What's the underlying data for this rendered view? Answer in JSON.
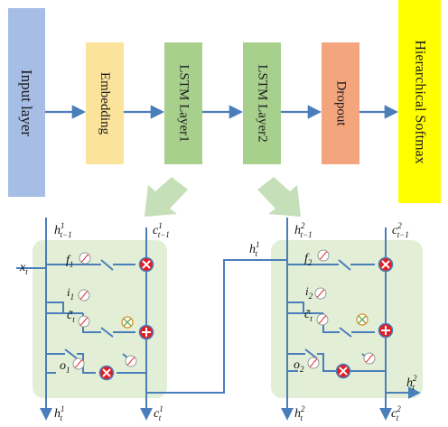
{
  "top_blocks": [
    {
      "label": "Input  layer",
      "color": "#a6bde6"
    },
    {
      "label": "Embedding",
      "color": "#fbe39b"
    },
    {
      "label": "LSTM Layer1",
      "color": "#a8d08d"
    },
    {
      "label": "LSTM Layer2",
      "color": "#a8d08d"
    },
    {
      "label": "Dropout",
      "color": "#f4a57e"
    },
    {
      "label": "Hierarchical  Softmax",
      "color": "#ffff00"
    }
  ],
  "cell1": {
    "h_prev": "h",
    "h_prev_sup": "1",
    "h_prev_sub": "t−1",
    "c_prev": "c",
    "c_prev_sup": "1",
    "c_prev_sub": "t−1",
    "x": "x",
    "x_sub": "t",
    "f": "f",
    "f_sub": "1",
    "i": "i",
    "i_sub": "1",
    "ct": "c̃",
    "ct_sub": "t",
    "o": "o",
    "o_sub": "1",
    "h_out": "h",
    "h_out_sup": "1",
    "h_out_sub": "t",
    "c_out": "c",
    "c_out_sup": "1",
    "c_out_sub": "t"
  },
  "bridge": {
    "h": "h",
    "h_sup": "1",
    "h_sub": "t"
  },
  "cell2": {
    "h_prev": "h",
    "h_prev_sup": "2",
    "h_prev_sub": "t−1",
    "c_prev": "c",
    "c_prev_sup": "2",
    "c_prev_sub": "t−1",
    "f": "f",
    "f_sub": "2",
    "i": "i",
    "i_sub": "2",
    "ct": "c̃",
    "ct_sub": "t",
    "o": "o",
    "o_sub": "2",
    "h_right": "h",
    "h_right_sup": "2",
    "h_right_sub": "t",
    "h_out": "h",
    "h_out_sup": "2",
    "h_out_sub": "t",
    "c_out": "c",
    "c_out_sup": "2",
    "c_out_sub": "t"
  },
  "colors": {
    "line": "#4a7ebb",
    "cell_bg": "#e2efd6",
    "mult": "#e31b23",
    "arrow_big": "#c5dfb8"
  }
}
